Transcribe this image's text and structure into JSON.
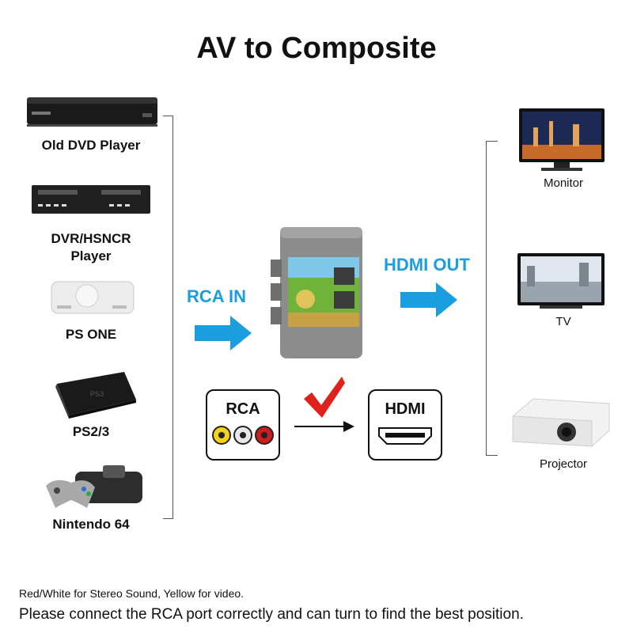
{
  "title": "AV to Composite",
  "sources": [
    {
      "label": "Old DVD Player",
      "icon": "dvd-player-icon"
    },
    {
      "label": "DVR/HSNCR\nPlayer",
      "icon": "dvr-vcr-player-icon"
    },
    {
      "label": "PS ONE",
      "icon": "ps-one-console-icon"
    },
    {
      "label": "PS2/3",
      "icon": "ps3-console-icon"
    },
    {
      "label": "Nintendo 64",
      "icon": "nintendo-64-console-icon"
    }
  ],
  "outputs": [
    {
      "label": "Monitor",
      "icon": "monitor-icon"
    },
    {
      "label": "TV",
      "icon": "tv-icon"
    },
    {
      "label": "Projector",
      "icon": "projector-icon"
    }
  ],
  "rca_in": "RCA IN",
  "hdmi_out": "HDMI OUT",
  "rca_port_label": "RCA",
  "hdmi_port_label": "HDMI",
  "notes": {
    "line1": "Red/White for Stereo Sound, Yellow for video.",
    "line2": "Please connect the RCA port correctly and can turn to find the best position."
  },
  "colors": {
    "accent_blue": "#1a9ee0",
    "check_red": "#e0201b",
    "rca_yellow": "#f2d21b",
    "rca_white": "#e8e8e8",
    "rca_red": "#c81e1e",
    "converter_gray": "#8c8c8c"
  }
}
